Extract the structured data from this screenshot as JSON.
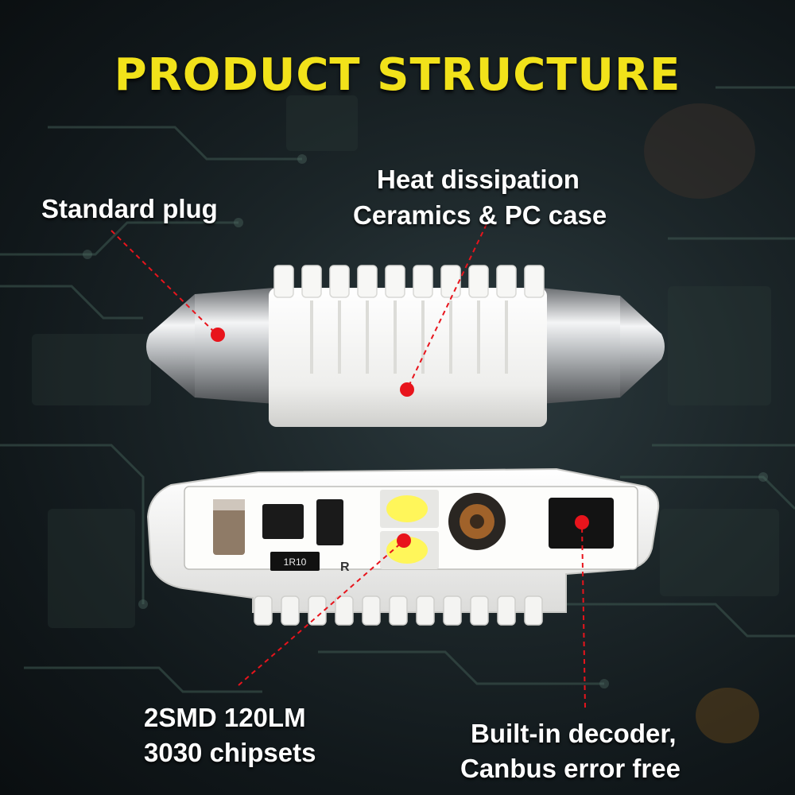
{
  "title": "PRODUCT STRUCTURE",
  "labels": {
    "standard_plug": "Standard plug",
    "heat_line1": "Heat dissipation",
    "heat_line2": "Ceramics & PC case",
    "smd_line1": "2SMD 120LM",
    "smd_line2": "3030 chipsets",
    "decoder_line1": "Built-in decoder,",
    "decoder_line2": "Canbus error free"
  },
  "board_markings": {
    "resistor": "1R10",
    "board_letter": "R"
  },
  "colors": {
    "title": "#f2e21a",
    "label_text": "#ffffff",
    "callout": "#e8141c",
    "ceramic": "#f3f3f1",
    "led": "#fff65a"
  }
}
